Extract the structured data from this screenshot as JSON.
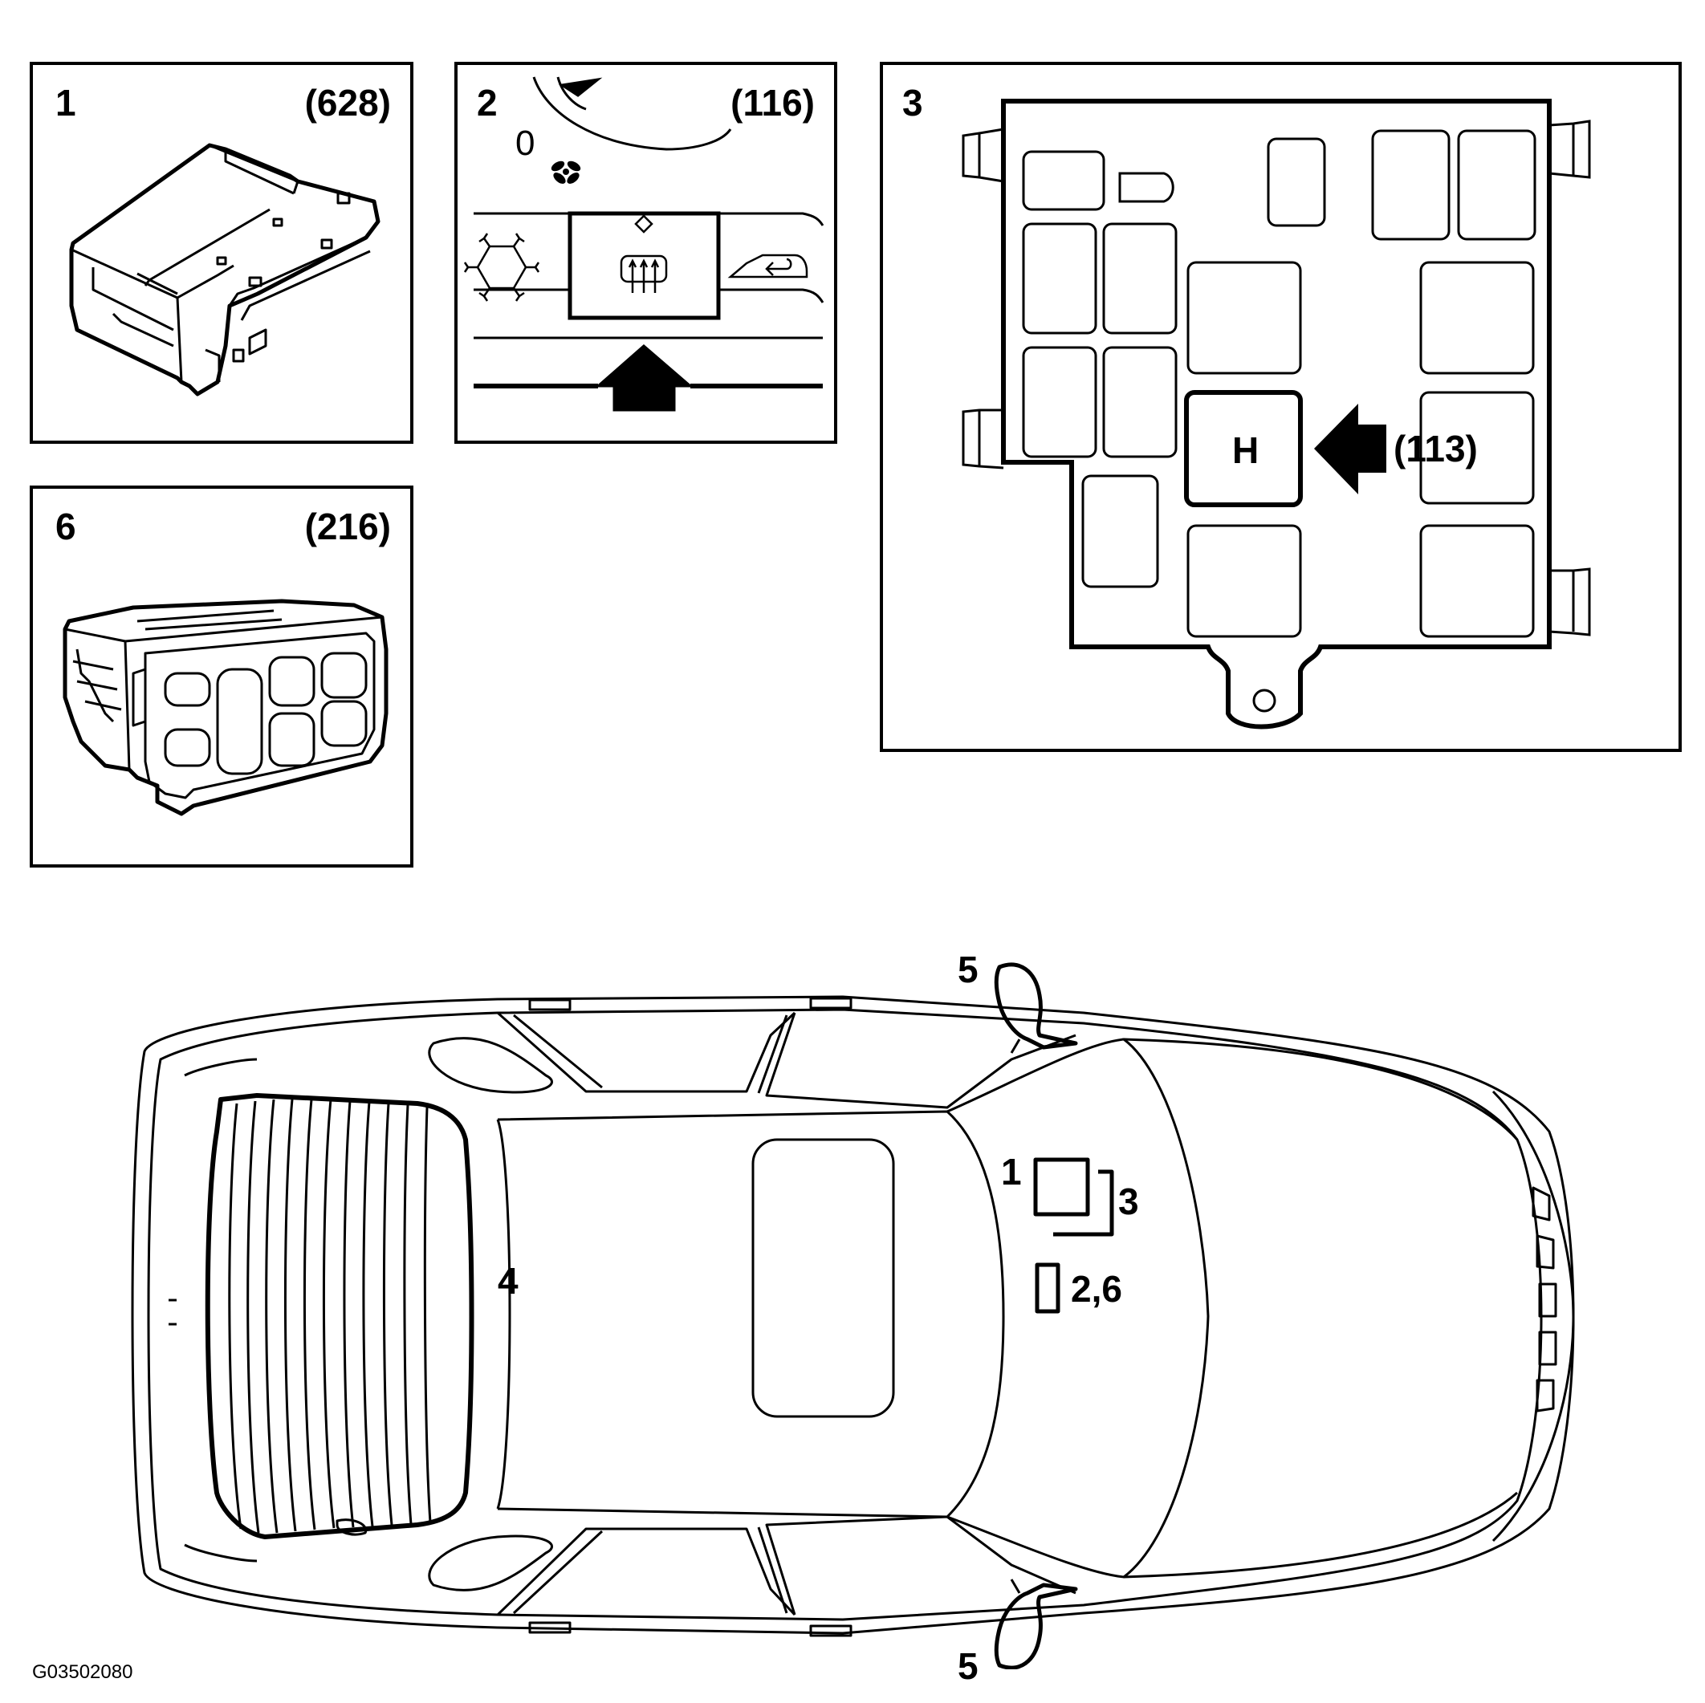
{
  "panels": {
    "p1": {
      "number": "1",
      "ref": "(628)"
    },
    "p2": {
      "number": "2",
      "ref": "(116)",
      "dial_zero": "0"
    },
    "p3": {
      "number": "3",
      "relay_label": "H",
      "relay_ref": "(113)"
    },
    "p6": {
      "number": "6",
      "ref": "(216)"
    }
  },
  "vehicle_callouts": {
    "c1": "1",
    "c3": "3",
    "c26": "2,6",
    "c4": "4",
    "c5_top": "5",
    "c5_bottom": "5"
  },
  "figure_id": "G03502080",
  "icons": [
    "control-module-icon",
    "blower-fan-icon",
    "snowflake-icon",
    "rear-defrost-icon",
    "recirculation-icon",
    "arrow-icon",
    "relay-icon",
    "switch-panel-icon"
  ]
}
